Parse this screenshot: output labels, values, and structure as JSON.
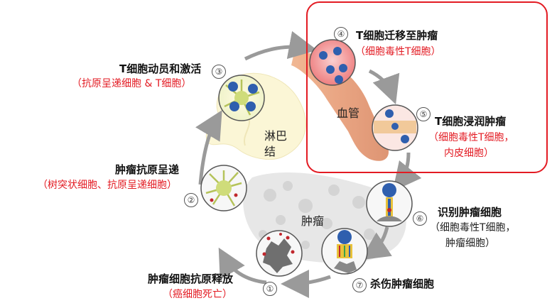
{
  "steps": [
    {
      "num": "①",
      "title": "肿瘤细胞抗原释放",
      "sub": "（癌细胞死亡）"
    },
    {
      "num": "②",
      "title": "肿瘤抗原呈递",
      "sub": "（树突状细胞、抗原呈递细胞）"
    },
    {
      "num": "③",
      "title": "T细胞动员和激活",
      "sub": "（抗原呈递细胞 & T细胞）"
    },
    {
      "num": "④",
      "title": "T细胞迁移至肿瘤",
      "sub": "（细胞毒性T细胞）"
    },
    {
      "num": "⑤",
      "title": "T细胞浸润肿瘤",
      "sub_line1": "（细胞毒性T细胞，",
      "sub_line2": "内皮细胞）"
    },
    {
      "num": "⑥",
      "title": "识别肿瘤细胞",
      "sub_line1": "（细胞毒性T细胞，",
      "sub_line2": "肿瘤细胞）"
    },
    {
      "num": "⑦",
      "title": "杀伤肿瘤细胞"
    }
  ],
  "labels": {
    "lymph_line1": "淋巴",
    "lymph_line2": "结",
    "vessel": "血管",
    "tumor": "肿瘤"
  },
  "colors": {
    "highlight_border": "#e31b23",
    "sub_text": "#e31b23",
    "cycle_arrow": "#9a9a9a"
  }
}
